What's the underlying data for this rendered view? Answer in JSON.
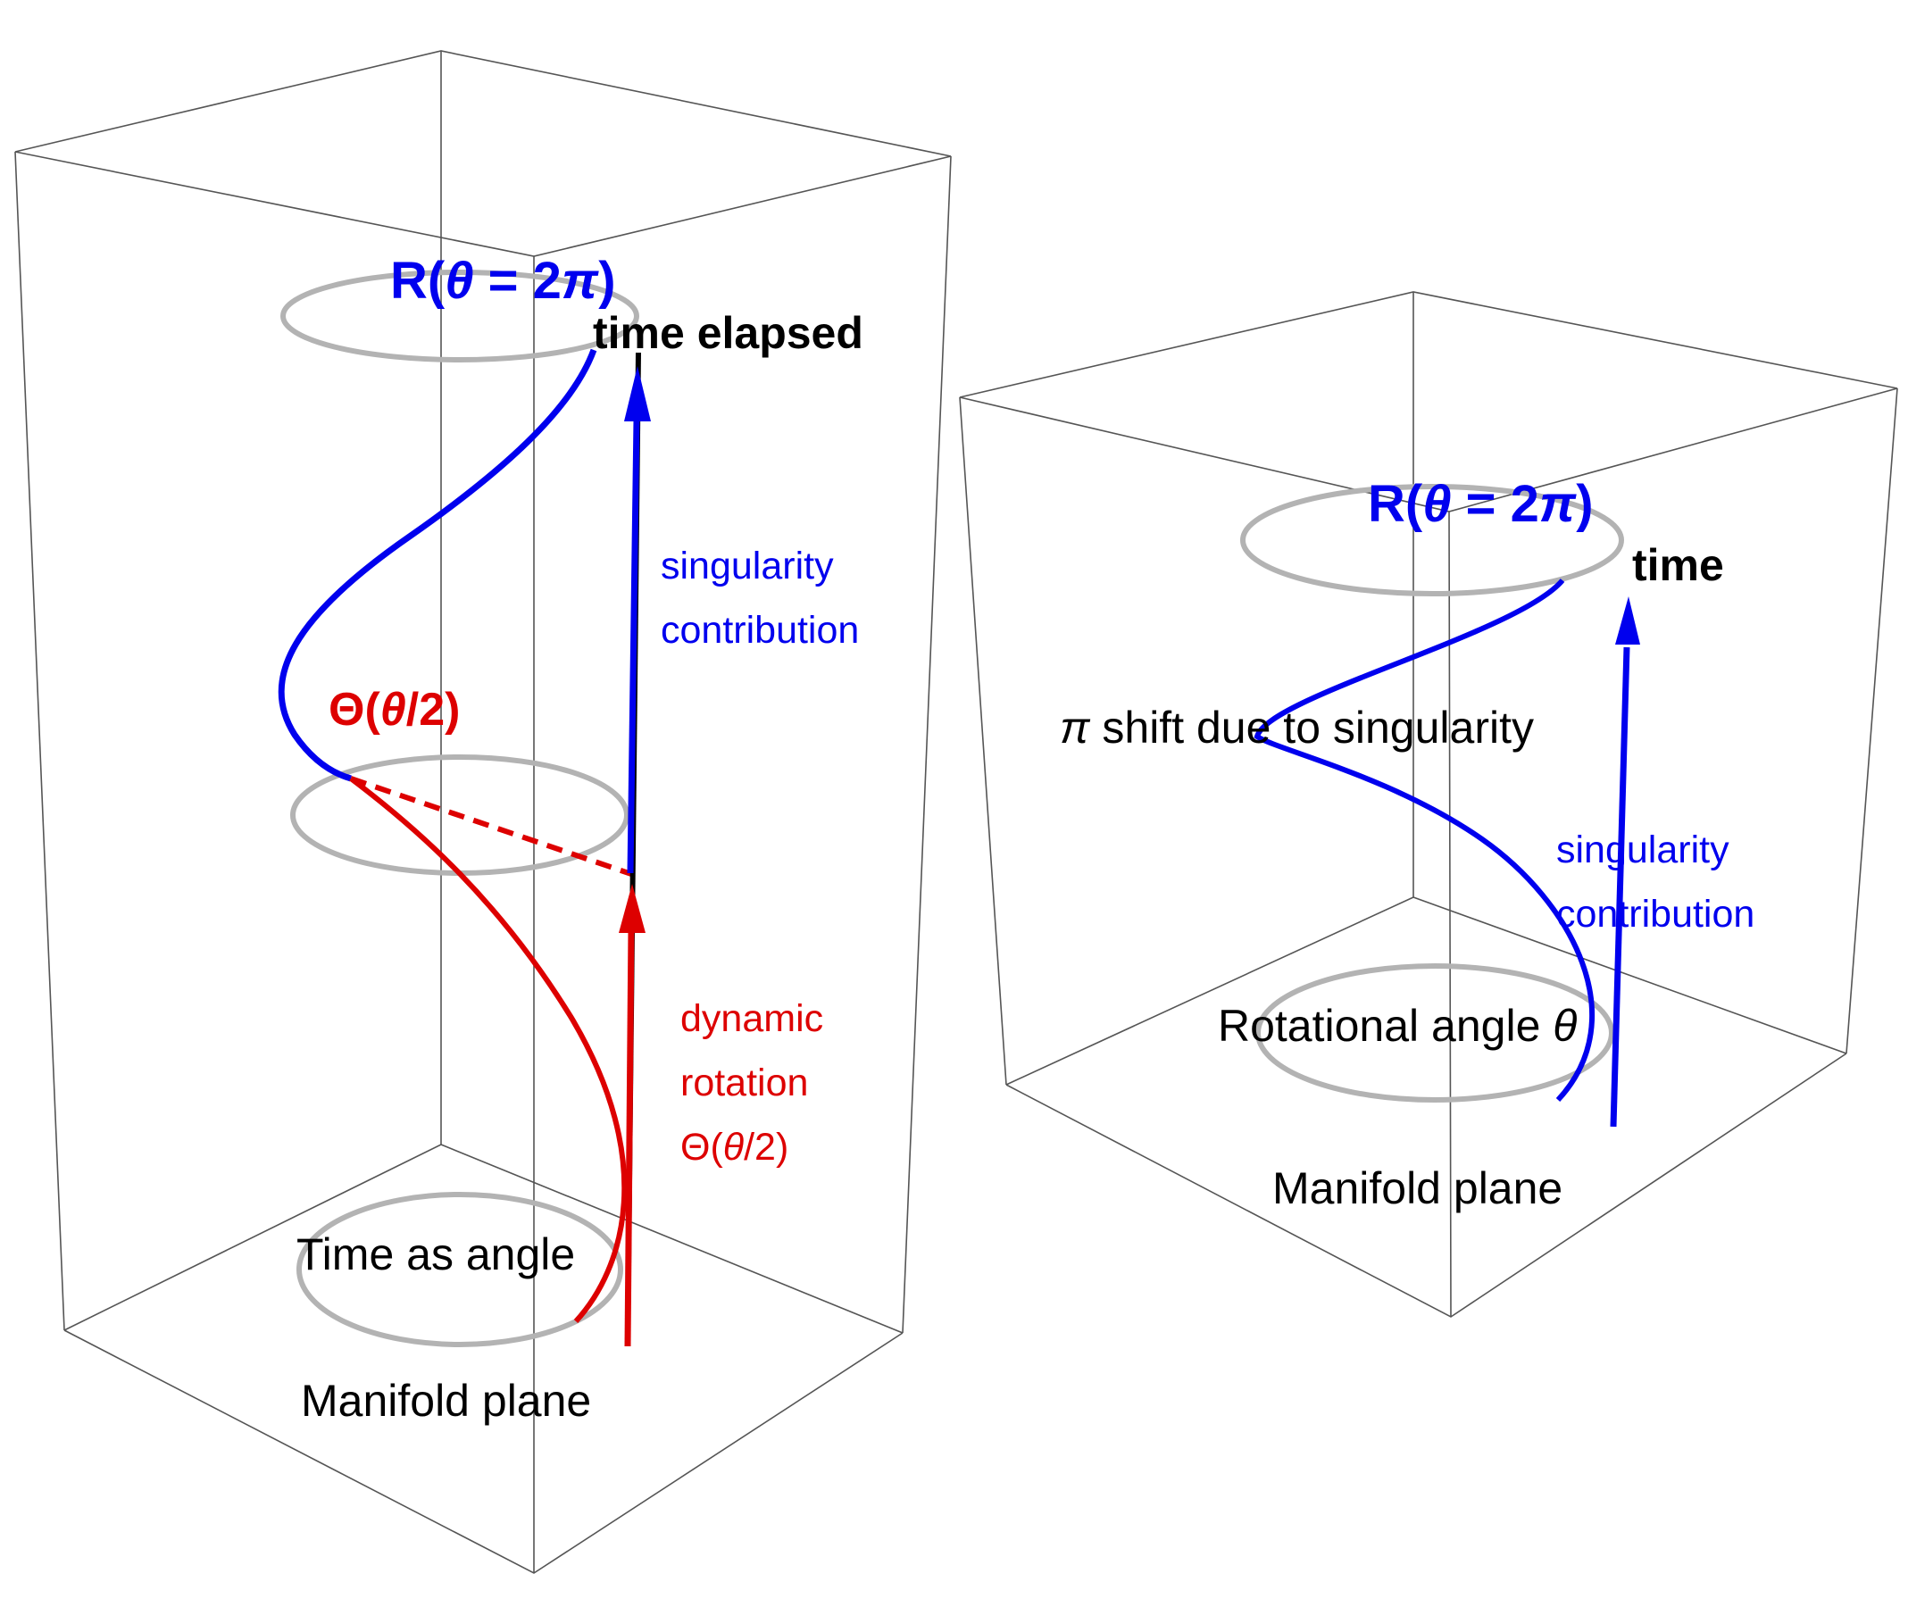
{
  "colors": {
    "blue": "#0000ee",
    "red": "#dd0000",
    "ring": "#b3b3b3",
    "box": "#555555"
  },
  "left_panel": {
    "top_label": {
      "prefix": "R(",
      "theta": "θ",
      "mid": " = 2",
      "pi": "π",
      "suffix": ")"
    },
    "time_label": "time elapsed",
    "singularity_label": [
      "singularity",
      "contribution"
    ],
    "theta_half_label": {
      "prefix": "Θ(",
      "theta": "θ",
      "suffix": "/2)"
    },
    "dynamic_label": [
      "dynamic",
      "rotation"
    ],
    "dynamic_theta_label": {
      "prefix": "Θ(",
      "theta": "θ",
      "suffix": "/2)"
    },
    "time_as_angle_label": "Time as angle",
    "manifold_label": "Manifold plane"
  },
  "right_panel": {
    "top_label": {
      "prefix": "R(",
      "theta": "θ",
      "mid": " = 2",
      "pi": "π",
      "suffix": ")"
    },
    "time_label": "time",
    "pi_shift_label": {
      "pi": "π",
      "text": " shift due to singularity"
    },
    "singularity_label": [
      "singularity",
      "contribution"
    ],
    "rotational_label": {
      "text": "Rotational angle ",
      "theta": "θ"
    },
    "manifold_label": "Manifold plane"
  }
}
